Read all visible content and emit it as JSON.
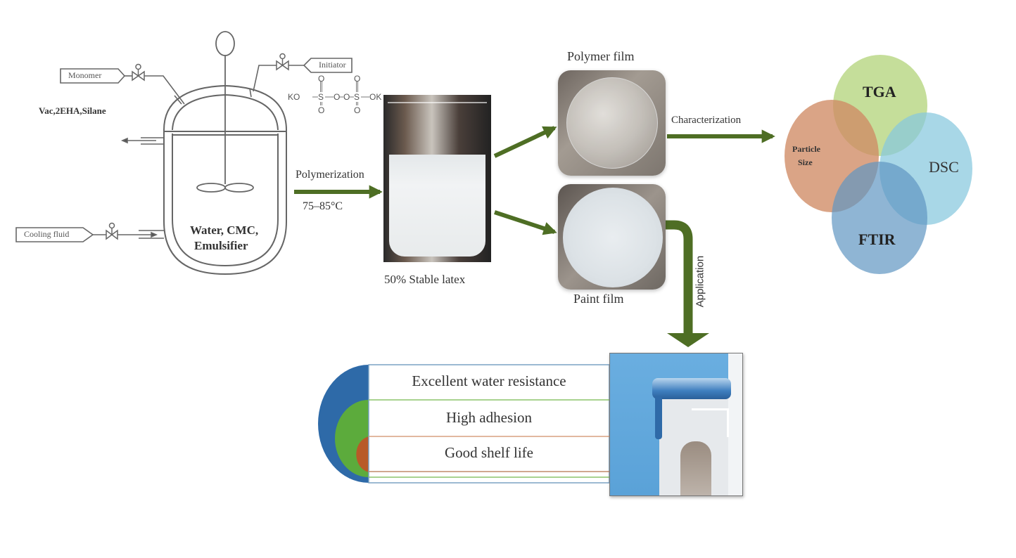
{
  "reactor": {
    "monomer_label": "Monomer",
    "initiator_label": "Initiator",
    "cooling_label": "Cooling fluid",
    "monomers_text": "Vac,2EHA,Silane",
    "contents_line1": "Water, CMC,",
    "contents_line2": "Emulsifier",
    "initiator_formula": {
      "left": "KO",
      "s": "S",
      "o": "O",
      "right": "OK"
    }
  },
  "process": {
    "polymerization_label": "Polymerization",
    "temperature_label": "75–85°C",
    "latex_label": "50% Stable latex",
    "polymer_film_label": "Polymer film",
    "paint_film_label": "Paint film",
    "characterization_label": "Characterization",
    "application_label": "Application"
  },
  "characterization": {
    "techniques": [
      {
        "name": "TGA",
        "color": "#b5d57e"
      },
      {
        "name": "Particle Size",
        "line1": "Particle",
        "line2": "Size",
        "color": "#d8906a"
      },
      {
        "name": "DSC",
        "color": "#8ccbe0"
      },
      {
        "name": "FTIR",
        "color": "#6ea0c8"
      }
    ]
  },
  "features": {
    "items": [
      {
        "label": "Excellent  water resistance",
        "color": "#2e6aa8"
      },
      {
        "label": "High  adhesion",
        "color": "#5cab3c"
      },
      {
        "label": "Good shelf life",
        "color": "#b85a28"
      }
    ]
  },
  "colors": {
    "arrow": "#4e6e24",
    "line": "#555555"
  }
}
